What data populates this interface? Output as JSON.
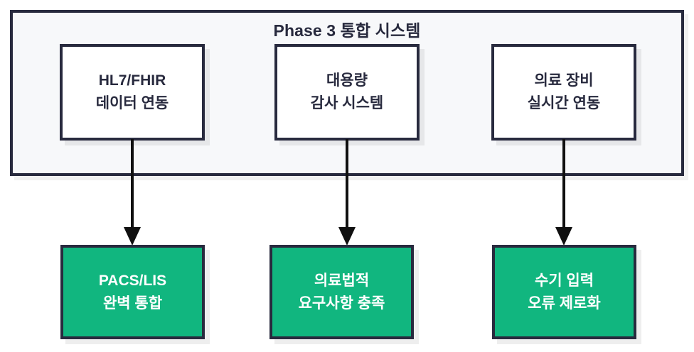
{
  "diagram": {
    "type": "flow",
    "title": "Phase 3 통합 시스템",
    "colors": {
      "outline": "#282a3e",
      "container_fill": "#f7f8fa",
      "source_fill": "#ffffff",
      "result_fill": "#11b67f",
      "result_text": "#ffffff",
      "page_background": "#ffffff"
    },
    "container": {
      "label": "Phase 3 통합 시스템"
    },
    "sources": [
      {
        "id": "hl7-fhir",
        "line1": "HL7/FHIR",
        "line2": "데이터 연동"
      },
      {
        "id": "audit",
        "line1": "대용량",
        "line2": "감사 시스템"
      },
      {
        "id": "device",
        "line1": "의료 장비",
        "line2": "실시간 연동"
      }
    ],
    "results": [
      {
        "id": "pacs-lis",
        "line1": "PACS/LIS",
        "line2": "완벽 통합"
      },
      {
        "id": "legal",
        "line1": "의료법적",
        "line2": "요구사항 충족"
      },
      {
        "id": "manual-entry",
        "line1": "수기 입력",
        "line2": "오류 제로화"
      }
    ],
    "connectors": [
      {
        "from": "hl7-fhir",
        "to": "pacs-lis",
        "style": "arrow-down"
      },
      {
        "from": "audit",
        "to": "legal",
        "style": "arrow-down"
      },
      {
        "from": "device",
        "to": "manual-entry",
        "style": "arrow-down"
      }
    ]
  }
}
